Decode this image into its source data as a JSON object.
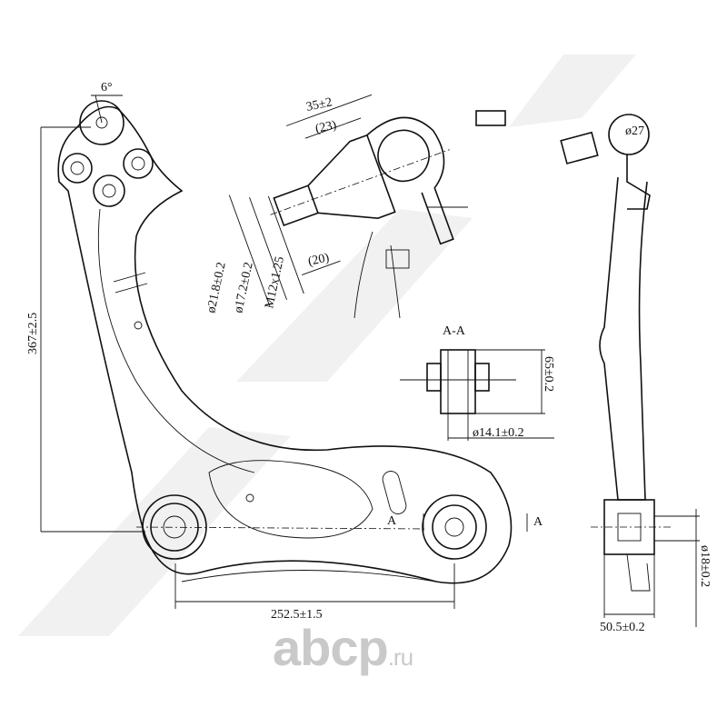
{
  "dimensions": {
    "angle": "6°",
    "height": "367±2.5",
    "width_bushings": "252.5±1.5",
    "ball_len": "35±2",
    "ball_len_ref": "(23)",
    "dia1": "ø21.8±0.2",
    "dia2": "ø17.2±0.2",
    "thread": "M12x1.25",
    "thread_len": "(20)",
    "section_label": "A-A",
    "bush_len": "65±0.2",
    "bush_dia": "ø14.1±0.2",
    "ball_dia": "ø27",
    "cut_left": "A",
    "cut_right": "A",
    "side_dia": "ø18±0.2",
    "side_width": "50.5±0.2"
  },
  "watermark": {
    "brand": "abcp",
    "suffix": ".ru"
  }
}
